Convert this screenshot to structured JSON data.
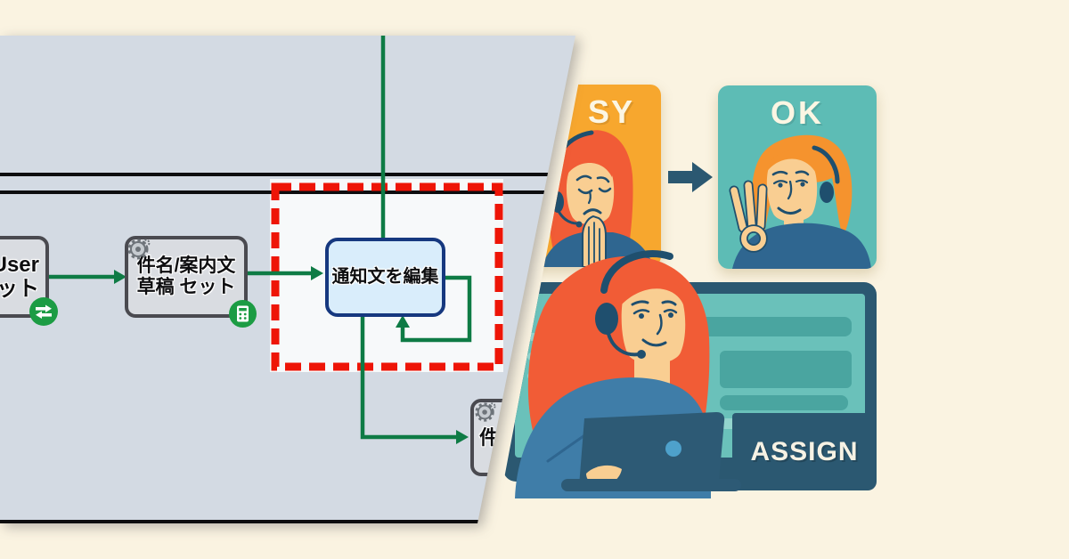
{
  "workflow": {
    "user_node": {
      "line1": "User",
      "line2": "ット"
    },
    "draft_node": {
      "line1": "件名/案内文",
      "line2": "草稿 セット"
    },
    "edit_node": {
      "label": "通知文を編集"
    },
    "partial_node": {
      "label": "件"
    }
  },
  "illustration": {
    "busy_label": "SY",
    "ok_label": "OK",
    "assign_label": "ASSIGN"
  },
  "palette": {
    "background_cream": "#FAF3E1",
    "diagram_gray": "#D3DAE3",
    "highlight_white": "#F7F9FA",
    "highlight_red_dash": "#EE1507",
    "connector_green": "#0E7B45",
    "node_border_gray": "#4A4A50",
    "edit_node_fill": "#D9EDFB",
    "edit_node_border": "#16387F",
    "icon_green": "#1C9C44",
    "busy_card_orange": "#F7A72E",
    "ok_card_teal": "#5DBCB5",
    "navy": "#2B5871",
    "screen_teal": "#6AC1BA",
    "hair_orange_red": "#F15C36",
    "hair_orange": "#F5932E",
    "skin": "#F9CE92",
    "sweater_blue": "#3F7DA8"
  }
}
